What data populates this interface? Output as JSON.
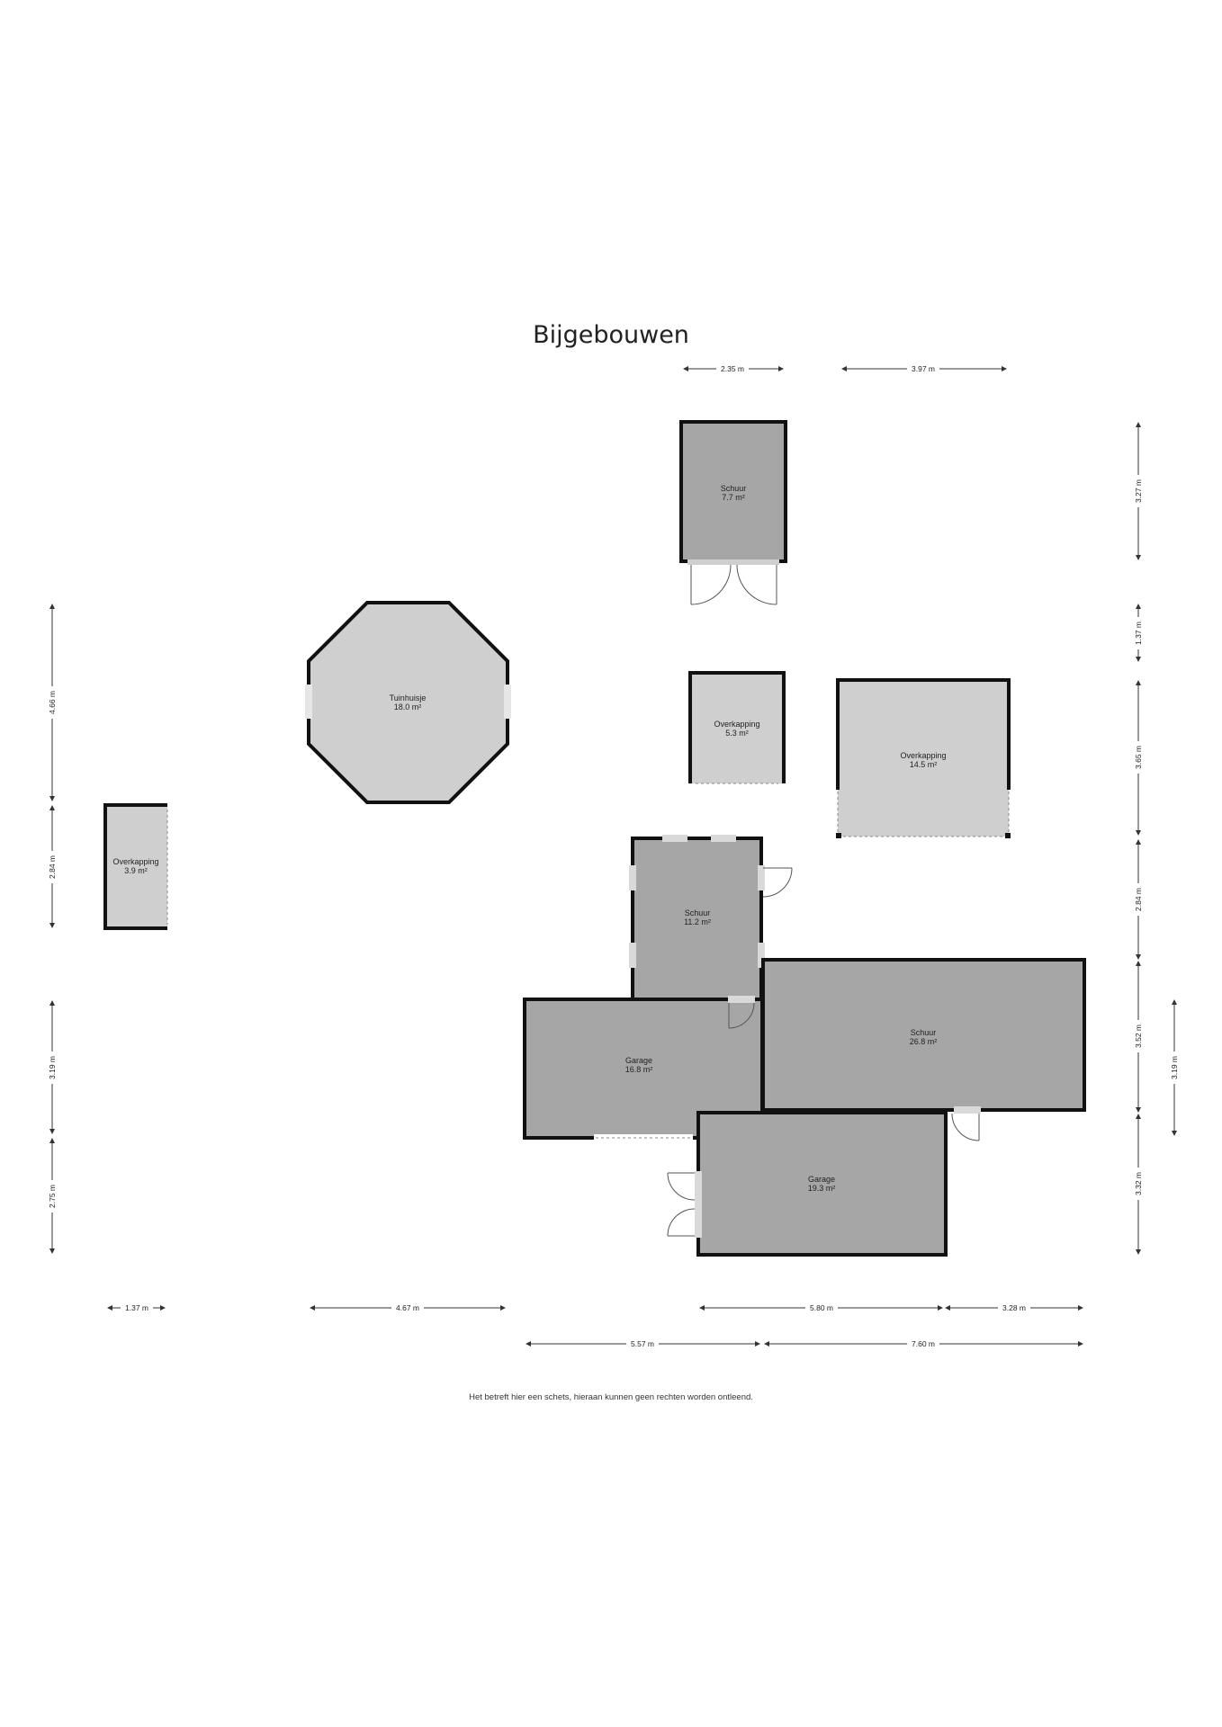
{
  "title": "Bijgebouwen",
  "disclaimer": "Het betreft hier een schets, hieraan kunnen geen rechten worden ontleend.",
  "colors": {
    "dark_fill": "#a6a6a6",
    "light_fill": "#cfcfcf",
    "wall": "#111111",
    "line": "#333333"
  },
  "rooms": {
    "schuur_top": {
      "name": "Schuur",
      "area": "7.7 m²"
    },
    "tuinhuisje": {
      "name": "Tuinhuisje",
      "area": "18.0 m²"
    },
    "overkapping_small": {
      "name": "Overkapping",
      "area": "5.3 m²"
    },
    "overkapping_large": {
      "name": "Overkapping",
      "area": "14.5 m²"
    },
    "overkapping_left": {
      "name": "Overkapping",
      "area": "3.9 m²"
    },
    "schuur_mid": {
      "name": "Schuur",
      "area": "11.2 m²"
    },
    "schuur_big": {
      "name": "Schuur",
      "area": "26.8 m²"
    },
    "garage_left": {
      "name": "Garage",
      "area": "16.8 m²"
    },
    "garage_bottom": {
      "name": "Garage",
      "area": "19.3 m²"
    }
  },
  "dimensions": {
    "top_a": "2.35 m",
    "top_b": "3.97 m",
    "right_1": "3.27 m",
    "right_2": "1.37 m",
    "right_3": "3.65 m",
    "right_4": "2.84 m",
    "right_5": "3.52 m",
    "right_6": "3.32 m",
    "right_outer": "3.19 m",
    "left_1": "4.66 m",
    "left_2": "2.84 m",
    "left_3": "3.19 m",
    "left_4": "2.75 m",
    "bottom_1": "1.37 m",
    "bottom_2": "4.67 m",
    "bottom_3": "5.80 m",
    "bottom_4": "3.28 m",
    "bottom_5": "5.57 m",
    "bottom_6": "7.60 m"
  }
}
